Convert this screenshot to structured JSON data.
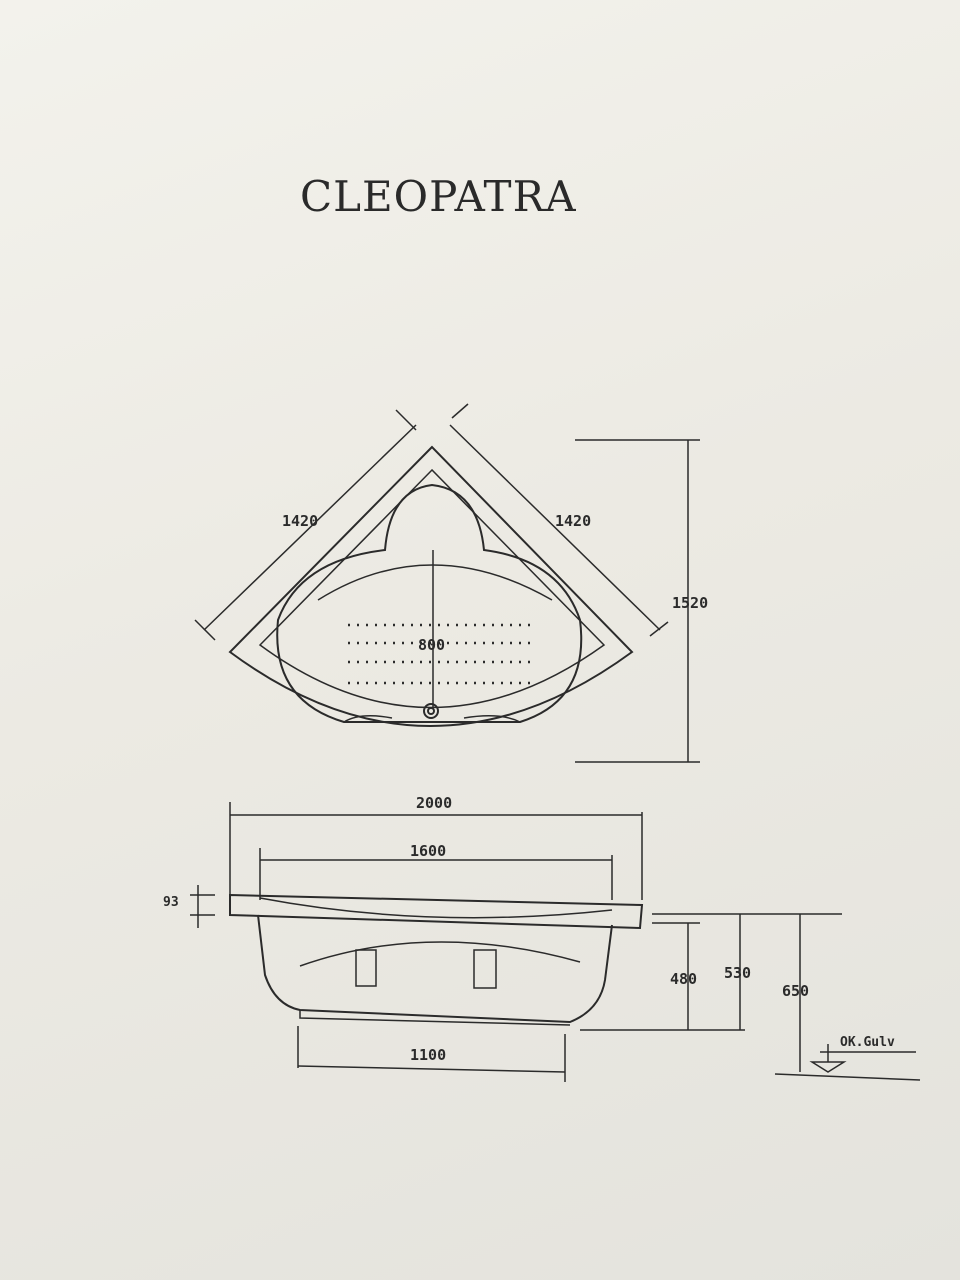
{
  "title": "CLEOPATRA",
  "plan": {
    "side_left": "1420",
    "side_right": "1420",
    "depth": "1520",
    "inner": "800"
  },
  "elevation": {
    "overall_length": "2000",
    "inner_length": "1600",
    "base_length": "1100",
    "rim": "93",
    "height_1": "480",
    "height_2": "530",
    "height_3": "650",
    "floor_label": "OK.Gulv"
  },
  "colors": {
    "paper": "#eceae3",
    "ink": "#2b2b2b"
  }
}
